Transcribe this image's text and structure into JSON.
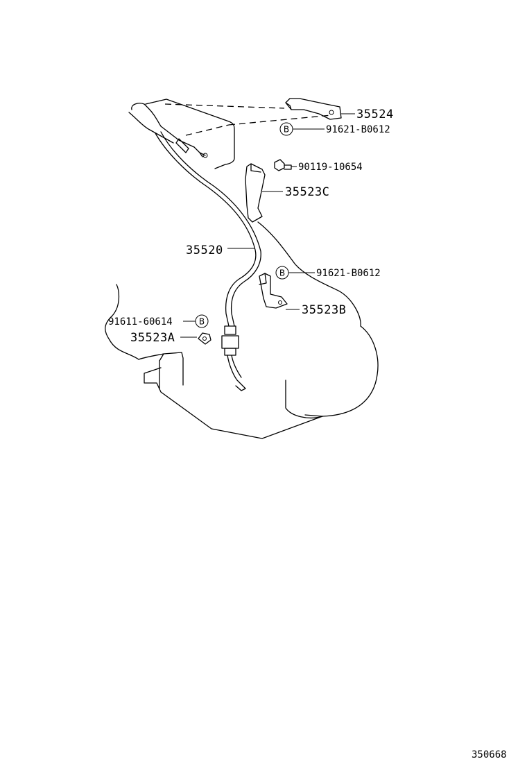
{
  "diagram": {
    "labels": {
      "p35524": "35524",
      "p91621_top": "91621-B0612",
      "p90119": "90119-10654",
      "p35523C": "35523C",
      "p35520": "35520",
      "p91621_mid": "91621-B0612",
      "p35523B": "35523B",
      "p91611": "91611-60614",
      "p35523A": "35523A"
    },
    "bolt_marker": "B",
    "figure_code": "350668"
  }
}
